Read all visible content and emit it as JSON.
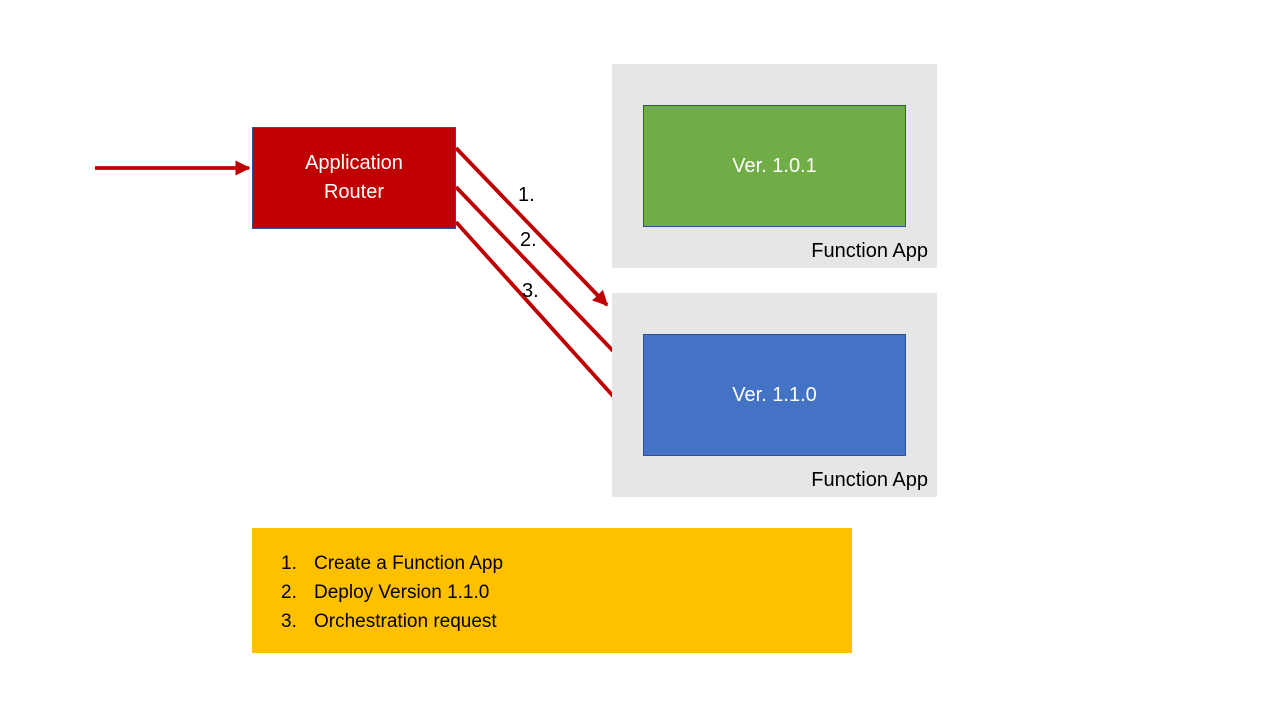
{
  "colors": {
    "arrow_red": "#C00000",
    "router_fill": "#C00000",
    "shape_border": "#2F528F",
    "green_fill": "#70AD47",
    "blue_fill": "#4472C4",
    "container_gray": "#E7E6E6",
    "note_gold": "#FFC000",
    "text_dark": "#000000",
    "text_light": "#FFFFFF"
  },
  "router": {
    "label": "Application Router"
  },
  "steps": [
    {
      "label": "1."
    },
    {
      "label": "2."
    },
    {
      "label": "3."
    }
  ],
  "function_apps": [
    {
      "version_label": "Ver. 1.0.1",
      "container_label": "Function App"
    },
    {
      "version_label": "Ver. 1.1.0",
      "container_label": "Function App"
    }
  ],
  "legend": {
    "items": [
      {
        "num": "1.",
        "text": "Create a Function App"
      },
      {
        "num": "2.",
        "text": "Deploy Version 1.1.0"
      },
      {
        "num": "3.",
        "text": "Orchestration request"
      }
    ]
  }
}
